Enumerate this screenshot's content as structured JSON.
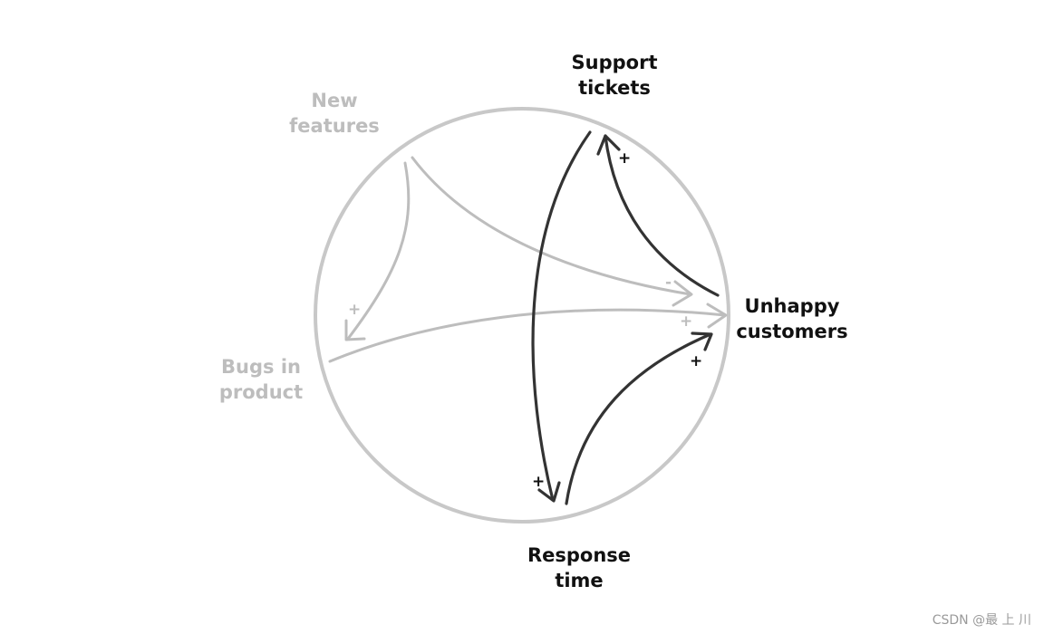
{
  "diagram": {
    "colors": {
      "circle": "#c8c8c8",
      "active": "#333333",
      "active_text": "#111111",
      "muted": "#bdbdbd"
    },
    "nodes": {
      "support_tickets": {
        "lines": [
          "Support",
          "tickets"
        ],
        "emphasis": "active"
      },
      "new_features": {
        "lines": [
          "New",
          "features"
        ],
        "emphasis": "muted"
      },
      "unhappy_customers": {
        "lines": [
          "Unhappy",
          "customers"
        ],
        "emphasis": "active"
      },
      "bugs_in_product": {
        "lines": [
          "Bugs in",
          "product"
        ],
        "emphasis": "muted"
      },
      "response_time": {
        "lines": [
          "Response",
          "time"
        ],
        "emphasis": "active"
      }
    },
    "links": [
      {
        "from": "Support tickets",
        "to": "Response time",
        "sign": "+",
        "emphasis": "active"
      },
      {
        "from": "Response time",
        "to": "Unhappy customers",
        "sign": "+",
        "emphasis": "active"
      },
      {
        "from": "Unhappy customers",
        "to": "Support tickets",
        "sign": "+",
        "emphasis": "active"
      },
      {
        "from": "New features",
        "to": "Unhappy customers",
        "sign": "-",
        "emphasis": "muted"
      },
      {
        "from": "New features",
        "to": "Bugs in product",
        "sign": "+",
        "emphasis": "muted"
      },
      {
        "from": "Bugs in product",
        "to": "Unhappy customers",
        "sign": "+",
        "emphasis": "muted"
      }
    ]
  },
  "watermark": "CSDN @最 上 川"
}
